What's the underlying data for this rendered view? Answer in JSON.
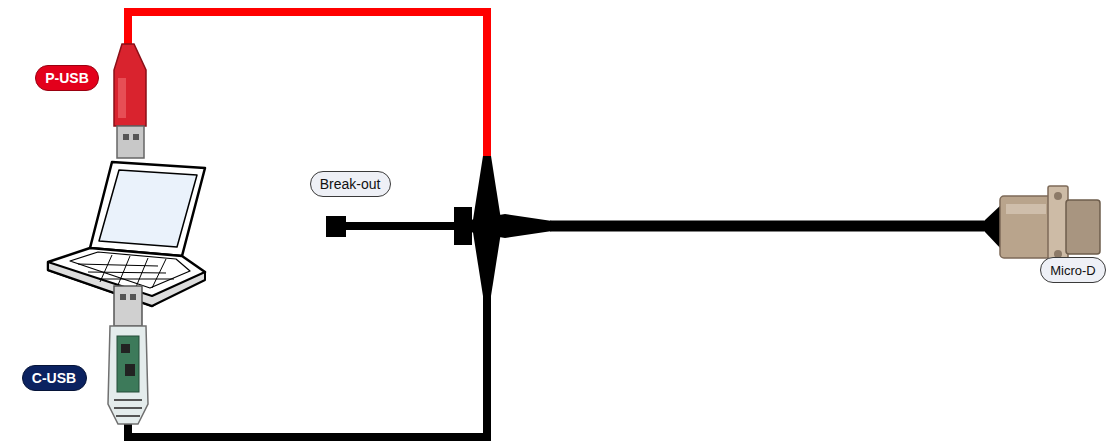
{
  "diagram": {
    "nodes": [
      {
        "text": [
          "P-USB"
        ]
      },
      {
        "text": [
          "Break-out"
        ]
      },
      {
        "text": [
          "Micro-D"
        ]
      },
      {
        "text": [
          "C-USB"
        ]
      }
    ]
  }
}
